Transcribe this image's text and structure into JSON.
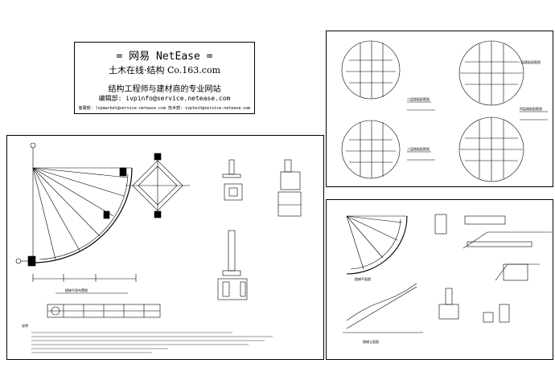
{
  "header": {
    "title": "= 网易 NetEase =",
    "subtitle": "土木在线·结构      Co.163.com",
    "tagline": "结构工程师与建材商的专业网站",
    "email": "编辑部: ivpinfo@service.netease.com",
    "contacts": "客服部: lvpmarket@service.netease.com  技术部: ivptech@service.netease.com"
  },
  "drawing_labels": {
    "plan_title": "楼梯平面布置图",
    "notes_title": "说明",
    "detail_a": "二层楼板配筋图",
    "detail_b": "三层楼板配筋图",
    "detail_c": "一层楼板配筋图",
    "detail_d": "四层楼板配筋图",
    "stair_plan": "楼梯平面图",
    "stair_elev": "楼梯立面图"
  }
}
